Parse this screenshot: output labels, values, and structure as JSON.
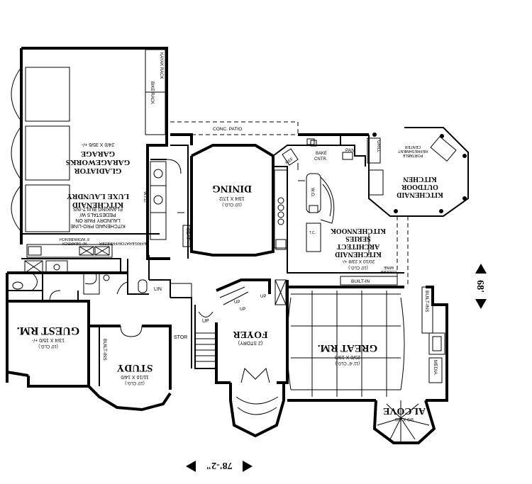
{
  "rooms": {
    "garage": {
      "name_line1": "GLADIATOR",
      "name_line2": "GARAGEWORKS",
      "name_line3": "GARAGE",
      "dim": "24/0 X 35/6 +/-"
    },
    "laundry": {
      "name_line1": "KITCHENAID",
      "name_line2": "LUXE LAUNDRY",
      "desc1": "KITCHENAID PRO-LINE",
      "desc2": "LAUNDRY PAIR ON",
      "desc3": "PEDESTALS W/",
      "desc4": "FLANKING BUILT-INS"
    },
    "dining": {
      "name": "DINING",
      "dim": "13/4 X 17/2",
      "clg": "(10' CLG.)"
    },
    "kitchen": {
      "name_line1": "KITCHENAID",
      "name_line2": "ARCHITECT",
      "name_line3": "SERIES",
      "name_line4": "KITCHENNOOK",
      "dim": "20/10 X 23/8 +/-",
      "clg": "(10' CLG.)"
    },
    "outdoor_kitchen": {
      "name_line1": "KITCHENAID",
      "name_line2": "OUTDOOR",
      "name_line3": "KITCHEN",
      "note1": "PORTABLE",
      "note2": "REFRESHMENT",
      "note3": "CENTER"
    },
    "guest": {
      "name": "GUEST RM.",
      "dim": "13/4 X 15/0 +/-",
      "clg": "(10' CLG.)"
    },
    "study": {
      "name": "STUDY",
      "dim": "11/10 X 14/0",
      "clg": "(10' CLG.)"
    },
    "foyer": {
      "name_line1": "(2 STORY)",
      "name_line2": "FOYER"
    },
    "great": {
      "name": "GREAT RM.",
      "dim": "25/0 X 19/0",
      "clg": "(11'-6\" CLG.)"
    },
    "alcove": {
      "name": "ALCOVE",
      "dim": "9/0 X 9/0"
    }
  },
  "labels": {
    "kayak_rack": "KAYAK RACK",
    "bike_rack": "BIKE RACK",
    "conc_patio": "CONC. PATIO",
    "bake_cntr_1": "BAKE",
    "bake_cntr_2": "CNTR.",
    "pan": "PAN",
    "ref": "REF",
    "grill": "GRILL",
    "wall_ovens": "W.O.",
    "wine_cooler_1": "WINE",
    "wine_cooler_2": "COOLER",
    "built_in": "BUILT-IN",
    "ref_freezer": "REFRIGERATOR/FREEZER",
    "workbench_1": "6' WORKBENCH",
    "workbench_2": "W/ GEARBOX",
    "lin": "LIN",
    "stor": "STOR",
    "up": "UP",
    "up2": "UP",
    "up3": "UP",
    "built_ins_study": "BUILT-INS",
    "built_ins_great": "BUILT-INS",
    "media": "MEDIA",
    "seat": "SEAT",
    "tc": "T.C."
  },
  "dimensions": {
    "width": "78'-2\"",
    "depth": "68'"
  }
}
